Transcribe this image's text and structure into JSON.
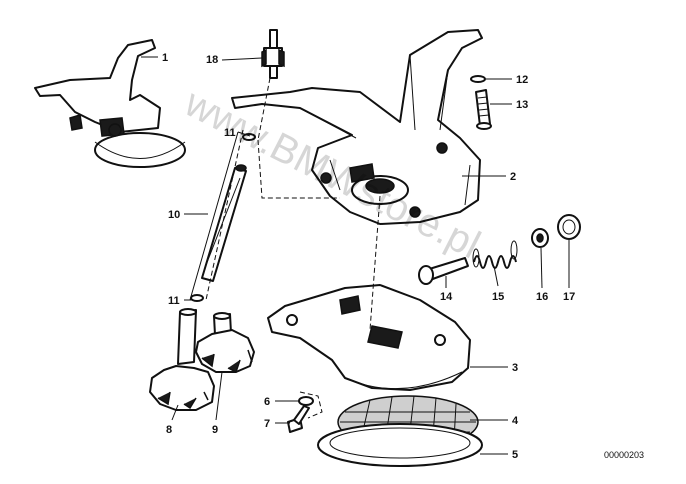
{
  "diagram": {
    "callouts": [
      {
        "id": "c1",
        "label": "1"
      },
      {
        "id": "c2",
        "label": "2"
      },
      {
        "id": "c3",
        "label": "3"
      },
      {
        "id": "c4",
        "label": "4"
      },
      {
        "id": "c5",
        "label": "5"
      },
      {
        "id": "c6",
        "label": "6"
      },
      {
        "id": "c7",
        "label": "7"
      },
      {
        "id": "c8",
        "label": "8"
      },
      {
        "id": "c9",
        "label": "9"
      },
      {
        "id": "c10",
        "label": "10"
      },
      {
        "id": "c11a",
        "label": "11"
      },
      {
        "id": "c11b",
        "label": "11"
      },
      {
        "id": "c12",
        "label": "12"
      },
      {
        "id": "c13",
        "label": "13"
      },
      {
        "id": "c14",
        "label": "14"
      },
      {
        "id": "c15",
        "label": "15"
      },
      {
        "id": "c16",
        "label": "16"
      },
      {
        "id": "c17",
        "label": "17"
      },
      {
        "id": "c18",
        "label": "18"
      }
    ],
    "drawing_code": "00000203",
    "watermark": "www.BMWstore.pl"
  }
}
